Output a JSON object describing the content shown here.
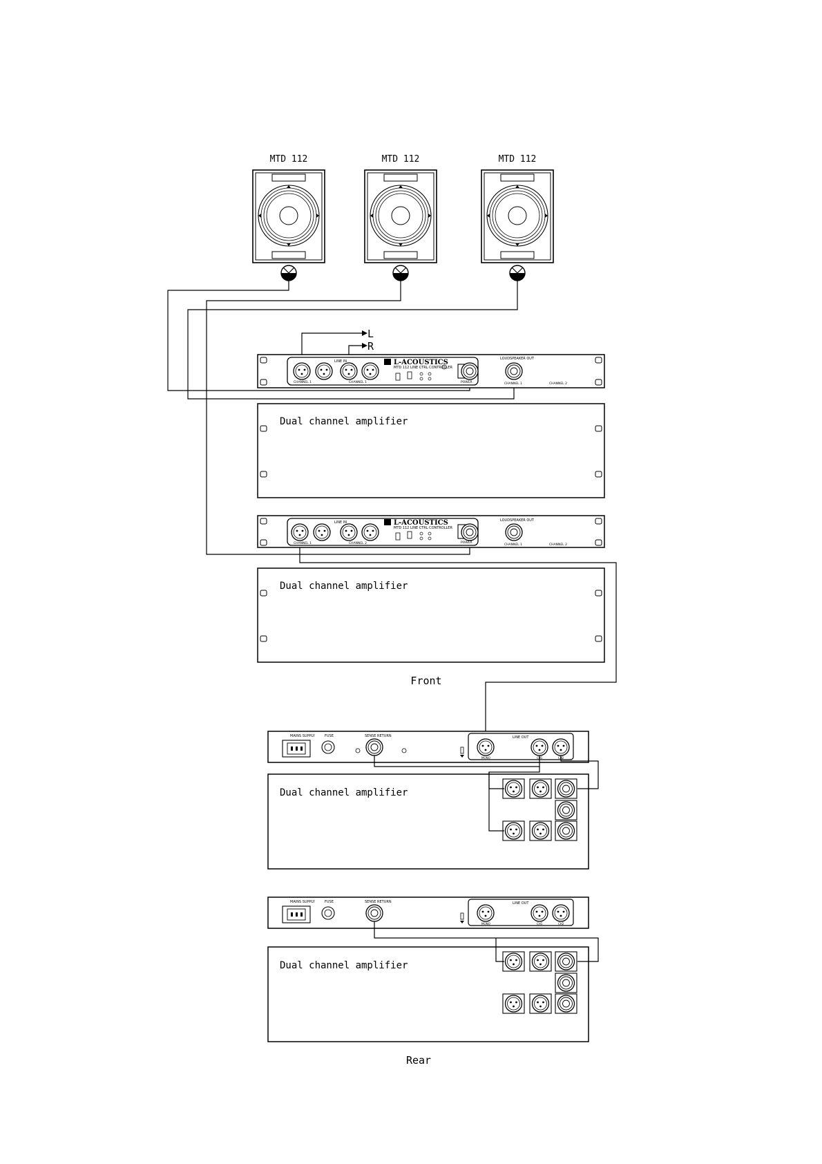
{
  "speakers": [
    {
      "label": "MTD 112"
    },
    {
      "label": "MTD 112"
    },
    {
      "label": "MTD 112"
    }
  ],
  "front_controllers": [
    {
      "brand": "L-ACOUSTICS",
      "model": "MTD 112 LINE CTRL CONTROLLER",
      "line_in": "LINE IN",
      "loudspeaker_out": "LOUDSPEAKER OUT",
      "ch1": "CHANNEL 1",
      "ch2": "CHANNEL 2",
      "power": "POWER"
    },
    {
      "brand": "L-ACOUSTICS",
      "model": "MTD 112 LINE CTRL CONTROLLER",
      "line_in": "LINE IN",
      "loudspeaker_out": "LOUDSPEAKER OUT",
      "ch1": "CHANNEL 1",
      "ch2": "CHANNEL 2",
      "power": "POWER"
    }
  ],
  "inputs": {
    "left": "L",
    "right": "R"
  },
  "amplifiers": [
    {
      "label": "Dual channel amplifier"
    },
    {
      "label": "Dual channel amplifier"
    },
    {
      "label": "Dual channel amplifier"
    },
    {
      "label": "Dual channel amplifier"
    }
  ],
  "rear_controllers": [
    {
      "mains": "MAINS SUPPLY",
      "fuse": "FUSE",
      "return": "SENSE RETURN",
      "line_out": "LINE OUT",
      "mono": "MONO",
      "o1": "CH1",
      "o2": "CH2"
    },
    {
      "mains": "MAINS SUPPLY",
      "fuse": "FUSE",
      "return": "SENSE RETURN",
      "line_out": "LINE OUT",
      "mono": "MONO",
      "o1": "CH1",
      "o2": "CH2"
    }
  ],
  "view_labels": {
    "front": "Front",
    "rear": "Rear"
  }
}
